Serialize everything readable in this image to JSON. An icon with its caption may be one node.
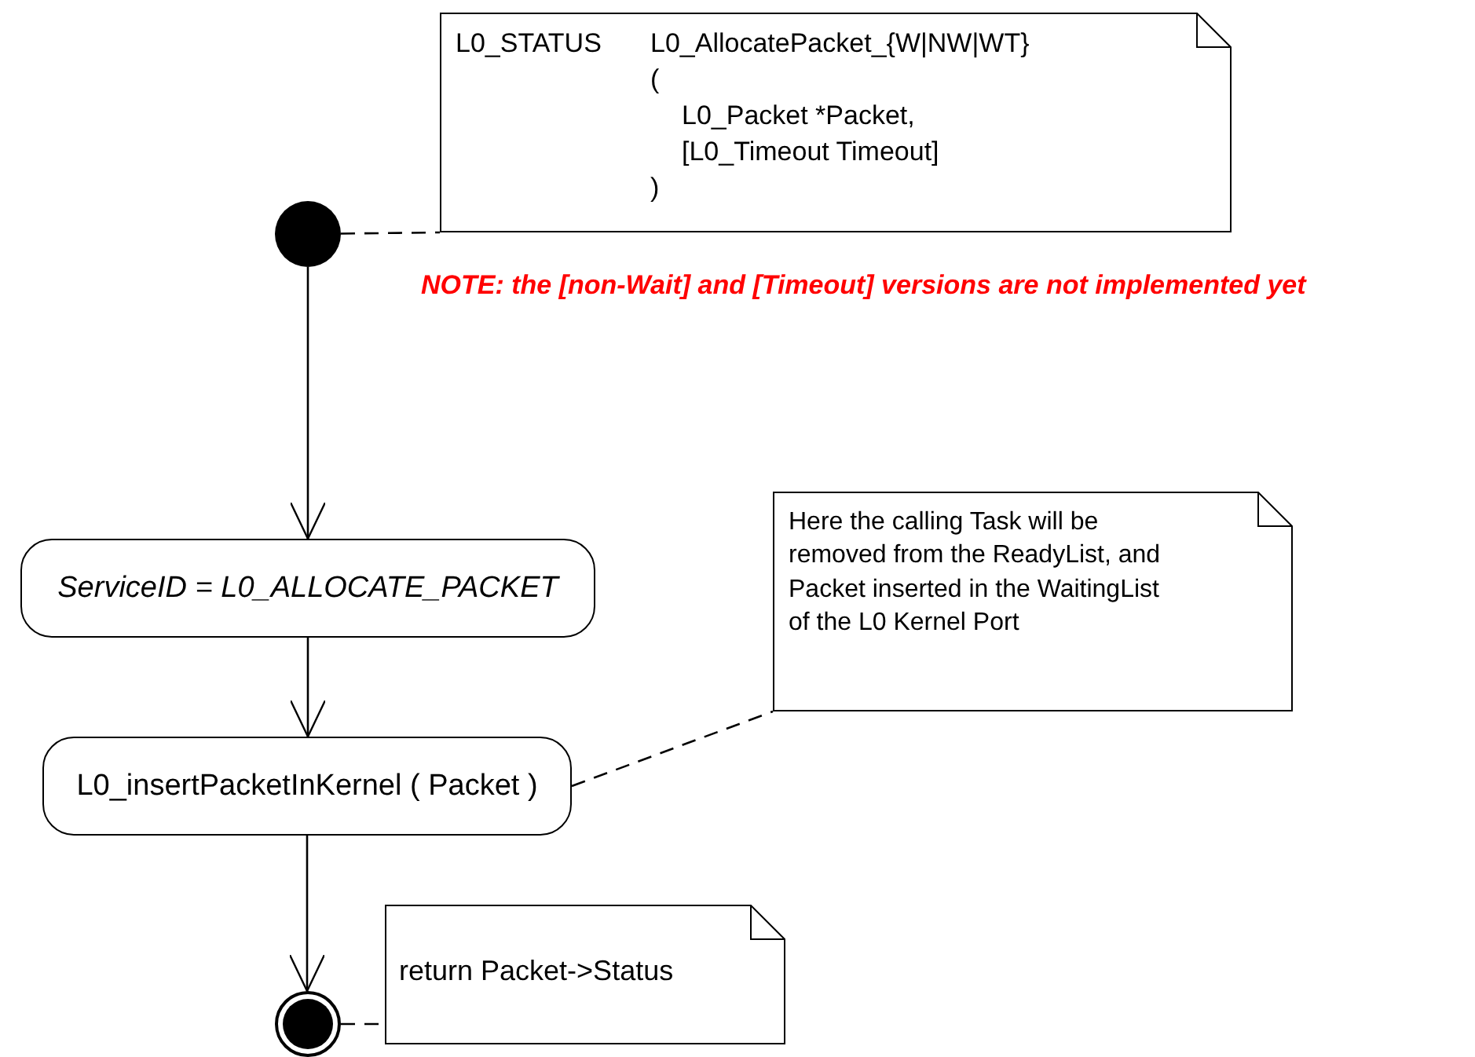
{
  "diagram": {
    "nodes": [
      {
        "text": [
          "L0_STATUS",
          "L0_AllocatePacket_{W|NW|WT}",
          "(",
          "L0_Packet *Packet,",
          "[L0_Timeout Timeout]",
          ")"
        ]
      },
      {
        "text": [],
        "shape": "circle"
      },
      {
        "text": [
          "ServiceID = L0_ALLOCATE_PACKET"
        ]
      },
      {
        "text": [
          "Here the calling Task will be removed from the ReadyList, and Packet inserted in the WaitingList of the L0 Kernel Port"
        ]
      },
      {
        "text": [
          "L0_insertPacketInKernel ( Packet )"
        ]
      },
      {
        "text": [],
        "shape": "circle"
      },
      {
        "text": [
          "return Packet->Status"
        ]
      }
    ],
    "edges": [
      {
        "from": 1,
        "to": 0,
        "arrow": "none",
        "style": "dashed"
      },
      {
        "from": 1,
        "to": 2,
        "arrow": "to"
      },
      {
        "from": 2,
        "to": 4,
        "arrow": "to"
      },
      {
        "from": 4,
        "to": 3,
        "arrow": "none",
        "style": "dashed"
      },
      {
        "from": 4,
        "to": 5,
        "arrow": "to"
      },
      {
        "from": 5,
        "to": 6,
        "arrow": "none",
        "style": "dashed"
      }
    ],
    "labels": [
      "NOTE: the [non-Wait] and [Timeout] versions are not implemented yet"
    ]
  }
}
